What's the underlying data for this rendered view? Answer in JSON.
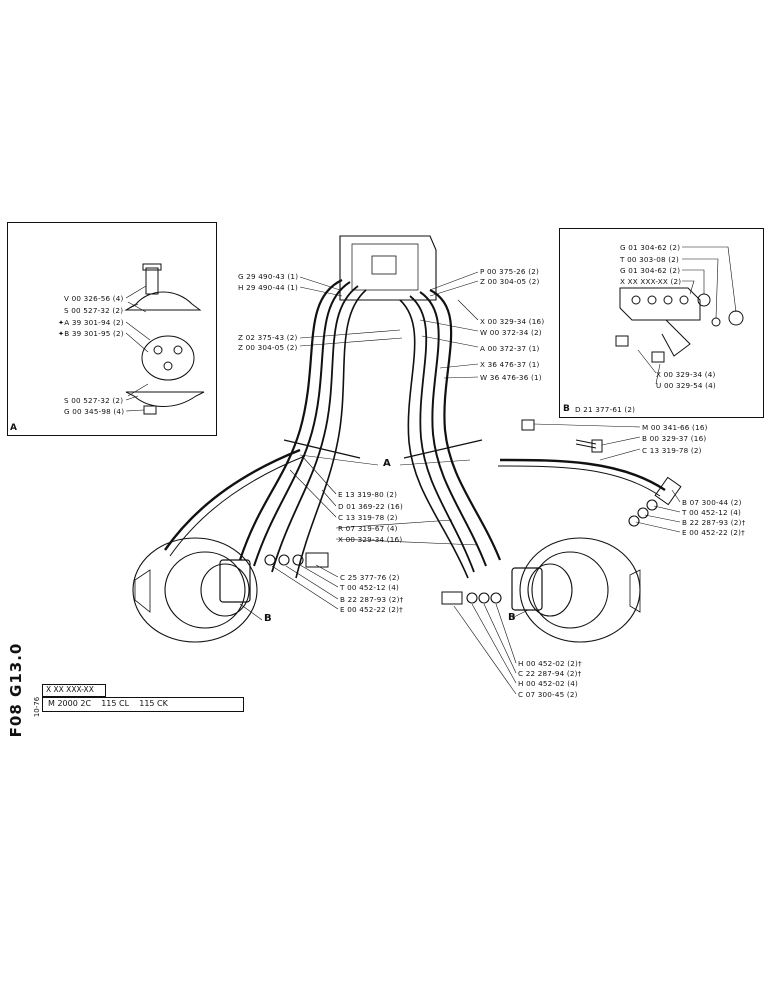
{
  "sheet": {
    "code": "F08 G13.0",
    "date": "10-76",
    "serial": "X XX XXX-XX",
    "models": "M 2000 2C    115 CL    115 CK"
  },
  "detail_a": {
    "tag": "A",
    "labels": [
      "V 00 326-56 (4)",
      "S 00 527-32 (2)",
      "✦A 39 301-94 (2)",
      "✦B 39 301-95 (2)",
      "S 00 527-32 (2)",
      "G 00 345-98 (4)"
    ]
  },
  "detail_b": {
    "tag": "B",
    "ref": "D 21 377-61 (2)",
    "labels": [
      "G 01 304-62 (2)",
      "T 00 303-08 (2)",
      "G 01 304-62 (2)",
      "X XX XXX-XX (2)",
      "X 00 329-34 (4)",
      "U 00 329-54 (4)"
    ]
  },
  "main_labels": {
    "top_left": [
      "G 29 490-43 (1)",
      "H 29 490-44 (1)"
    ],
    "mid_left": [
      "Z 02 375-43 (2)",
      "Z 00 304-05 (2)"
    ],
    "top_right": [
      "P 00 375-26 (2)",
      "Z 00 304-05 (2)",
      "X 00 329-34 (16)",
      "W 00 372-34 (2)",
      "A 00 372-37 (1)",
      "X 36 476-37 (1)",
      "W 36 476-36 (1)"
    ],
    "right_side": [
      "M 00 341-66 (16)",
      "B 00 329-37 (16)",
      "C 13 319-78 (2)",
      "B 07 300-44 (2)",
      "T 00 452-12 (4)",
      "B 22 287-93 (2)†",
      "E 00 452-22 (2)†"
    ],
    "center": [
      "E 13 319-80 (2)",
      "D 01 369-22 (16)",
      "C 13 319-78 (2)",
      "R 07 319-67 (4)",
      "X 00 329-34 (16)"
    ],
    "lower_left": [
      "C 25 377-76 (2)",
      "T 00 452-12 (4)",
      "B 22 287-93 (2)†",
      "E 00 452-22 (2)†"
    ],
    "bottom": [
      "H 00 452-02 (2)†",
      "C 22 287-94 (2)†",
      "H 00 452-02 (4)",
      "C 07 300-45 (2)"
    ],
    "callout_a": "A",
    "callout_b_left": "B",
    "callout_b_right": "B"
  }
}
